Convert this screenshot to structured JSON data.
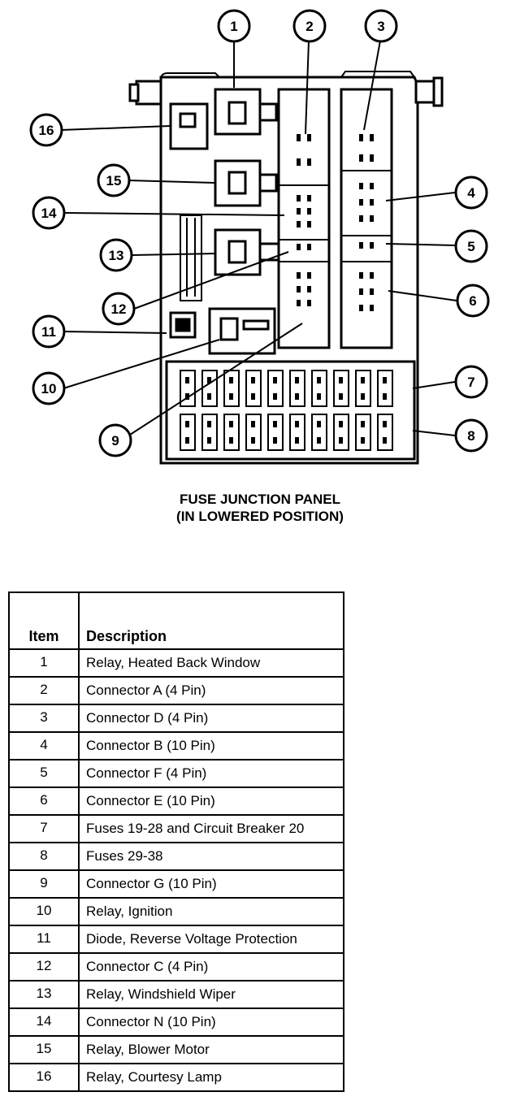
{
  "caption": {
    "line1": "FUSE JUNCTION PANEL",
    "line2": "(IN LOWERED POSITION)"
  },
  "callouts": [
    "1",
    "2",
    "3",
    "4",
    "5",
    "6",
    "7",
    "8",
    "9",
    "10",
    "11",
    "12",
    "13",
    "14",
    "15",
    "16"
  ],
  "table": {
    "headers": {
      "item": "Item",
      "description": "Description"
    },
    "rows": [
      {
        "item": "1",
        "description": "Relay, Heated Back Window"
      },
      {
        "item": "2",
        "description": "Connector A (4 Pin)"
      },
      {
        "item": "3",
        "description": "Connector D (4 Pin)"
      },
      {
        "item": "4",
        "description": "Connector B (10 Pin)"
      },
      {
        "item": "5",
        "description": "Connector F (4 Pin)"
      },
      {
        "item": "6",
        "description": "Connector E (10 Pin)"
      },
      {
        "item": "7",
        "description": "Fuses 19-28 and Circuit Breaker 20"
      },
      {
        "item": "8",
        "description": "Fuses 29-38"
      },
      {
        "item": "9",
        "description": "Connector G (10 Pin)"
      },
      {
        "item": "10",
        "description": "Relay, Ignition"
      },
      {
        "item": "11",
        "description": "Diode, Reverse Voltage Protection"
      },
      {
        "item": "12",
        "description": "Connector C (4 Pin)"
      },
      {
        "item": "13",
        "description": "Relay, Windshield Wiper"
      },
      {
        "item": "14",
        "description": "Connector N (10 Pin)"
      },
      {
        "item": "15",
        "description": "Relay, Blower Motor"
      },
      {
        "item": "16",
        "description": "Relay, Courtesy Lamp"
      }
    ]
  }
}
